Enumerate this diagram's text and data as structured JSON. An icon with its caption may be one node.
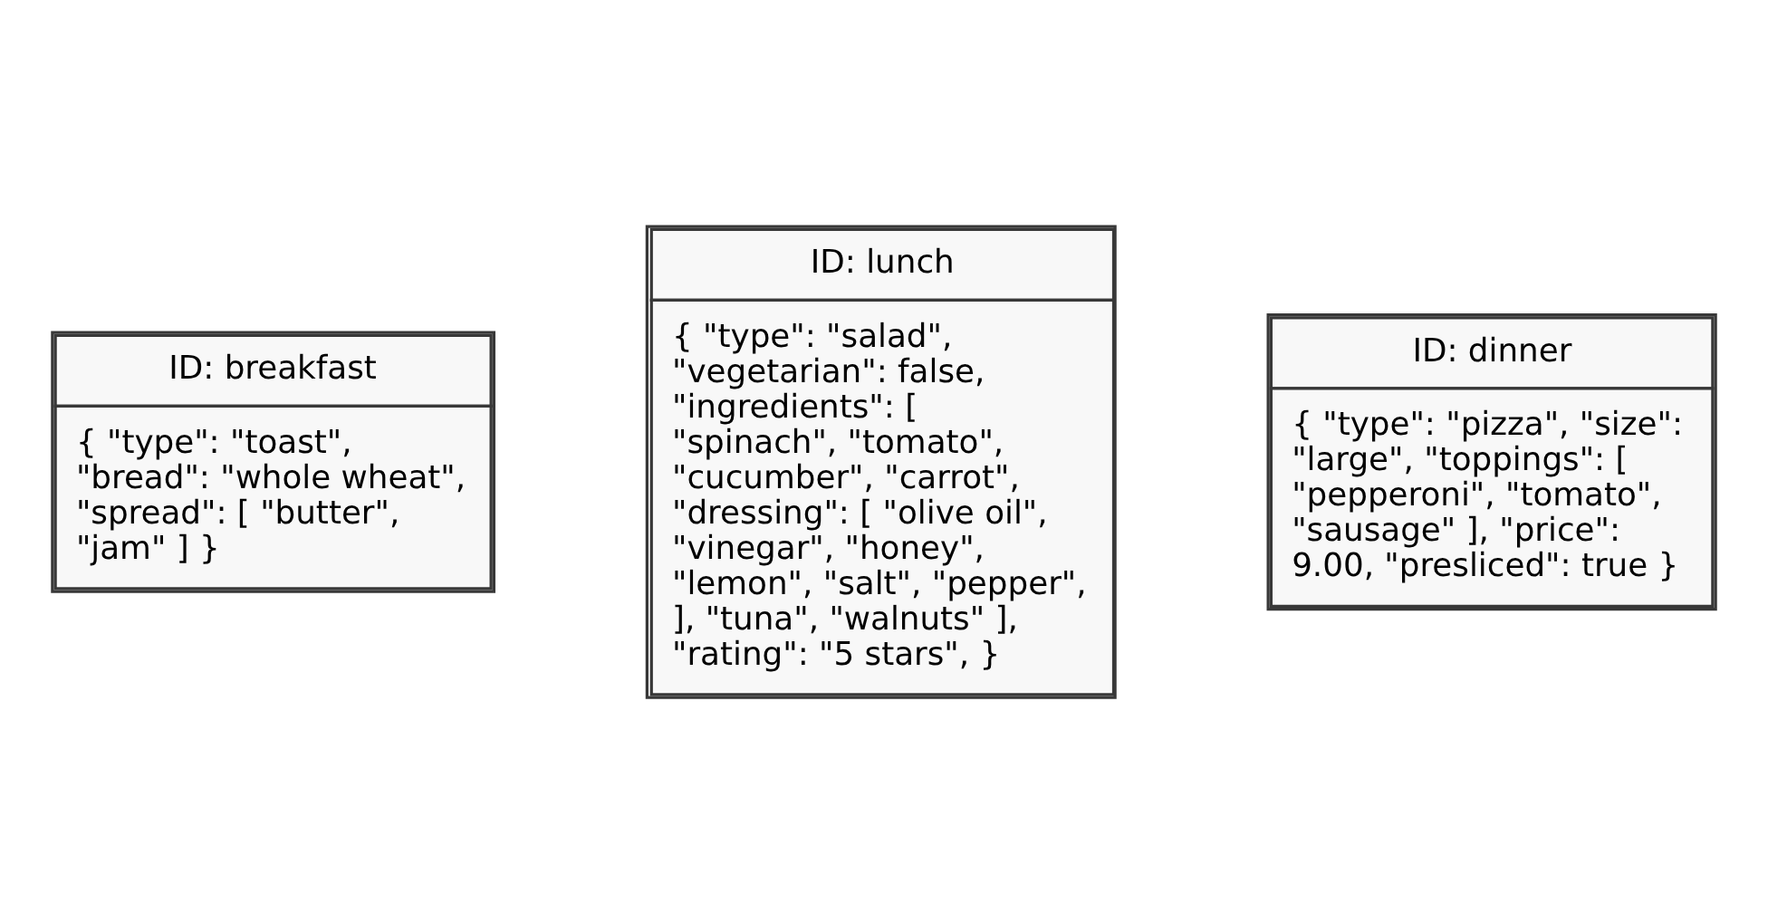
{
  "diagram": {
    "nodes": [
      {
        "text": [
          "ID: breakfast",
          "{ \"type\": \"toast\", \"bread\": \"whole wheat\", \"spread\": [ \"butter\", \"jam\" ] }"
        ]
      },
      {
        "text": [
          "ID: lunch",
          "{ \"type\": \"salad\", \"vegetarian\": false, \"ingredients\": [ \"spinach\", \"tomato\", \"cucumber\", \"carrot\", \"dressing\": [ \"olive oil\", \"vinegar\", \"honey\", \"lemon\", \"salt\", \"pepper\", ], \"tuna\", \"walnuts\" ], \"rating\": \"5 stars\", }"
        ]
      },
      {
        "text": [
          "ID: dinner",
          "{ \"type\": \"pizza\", \"size\": \"large\", \"toppings\": [ \"pepperoni\", \"tomato\", \"sausage\" ], \"price\": 9.00, \"presliced\": true }"
        ]
      }
    ]
  }
}
